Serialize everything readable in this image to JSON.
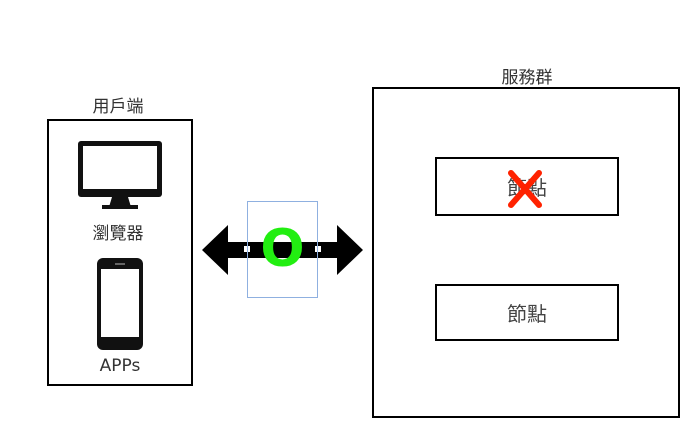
{
  "client": {
    "title": "用戶端",
    "browser_label": "瀏覽器",
    "apps_label": "APPs"
  },
  "server": {
    "title": "服務群",
    "nodes": [
      {
        "label": "節點",
        "status": "failed"
      },
      {
        "label": "節點",
        "status": "ok"
      }
    ]
  },
  "connection": {
    "status_mark": "O"
  },
  "colors": {
    "ok": "#22ee11",
    "failed": "#ff2200",
    "selection": "#8fb0e0"
  }
}
